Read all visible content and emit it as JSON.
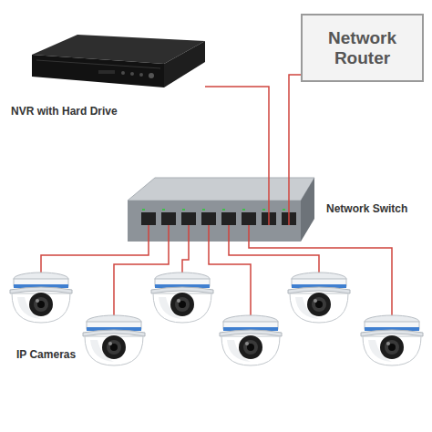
{
  "diagram": {
    "nodes": [
      {
        "text": [
          "NVR with Hard Drive"
        ]
      },
      {
        "text": [
          "Network Router"
        ]
      },
      {
        "text": [
          "Network Switch"
        ]
      }
    ],
    "edges": [
      {
        "from": 0,
        "to": 2,
        "arrow": "none"
      },
      {
        "from": 1,
        "to": 2,
        "arrow": "none"
      }
    ],
    "labels": [
      "IP Cameras"
    ]
  }
}
